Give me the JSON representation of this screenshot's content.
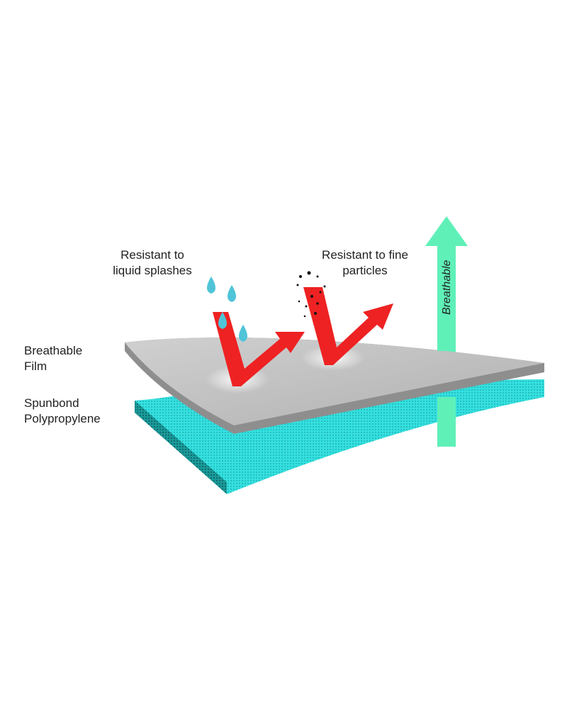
{
  "labels": {
    "liquid": [
      "Resistant to",
      "liquid splashes"
    ],
    "particles": [
      "Resistant to fine",
      "particles"
    ],
    "breathable": "Breathable",
    "film": [
      "Breathable",
      "Film"
    ],
    "spunbond": [
      "Spunbond",
      "Polypropylene"
    ]
  },
  "colors": {
    "film": "#b8b8b8",
    "spunbond": "#35e0e0",
    "arrow_red": "#ee2222",
    "breathable_arrow": "#5ff0b8",
    "droplet": "#4fc4d8"
  }
}
